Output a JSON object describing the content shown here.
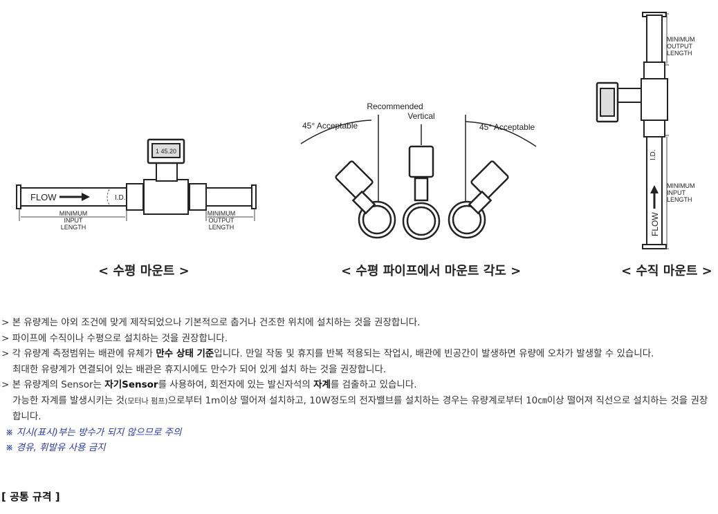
{
  "figures": {
    "horizontal": {
      "flow_label": "FLOW",
      "id_label": "I.D.",
      "input_length": [
        "MINIMUM",
        "INPUT",
        "LENGTH"
      ],
      "output_length": [
        "MINIMUM",
        "OUTPUT",
        "LENGTH"
      ],
      "display": "1 45.20",
      "caption": "< 수평 마운트 >"
    },
    "angle": {
      "left_label": "45°  Acceptable",
      "right_label": "45°  Acceptable",
      "center_label": [
        "Recommended",
        "Vertical"
      ],
      "caption": "< 수평 파이프에서 마운트 각도 >"
    },
    "vertical": {
      "output_length": [
        "MINIMUM",
        "OUTPUT",
        "LENGTH"
      ],
      "input_length": [
        "MINIMUM",
        "INPUT",
        "LENGTH"
      ],
      "id_label": "I.D.",
      "flow_label": "FLOW",
      "caption": "< 수직 마운트 >"
    }
  },
  "notes": {
    "n1": "> 본 유량계는 야외 조건에 맞게 제작되었으나 기본적으로 춥거나 건조한 위치에 설치하는 것을 권장합니다.",
    "n2": "> 파이프에 수직이나 수평으로 설치하는 것을 권장합니다.",
    "n3_a": "> 각 유량계 측정범위는 배관에 유체가 ",
    "n3_b": "만수 상태 기준",
    "n3_c": "입니다.  만일 작동 및 휴지를 반복 적용되는 작업시, 배관에 빈공간이 발생하면 유량에 오차가 발생할 수 있습니다.",
    "n4": "최대한 유량계가 연결되어 있는 배관은 휴지시에도 만수가 되어 있게 설치 하는 것을 권장합니다.",
    "n5_a": "> 본 유량계의 Sensor는 ",
    "n5_b": "자기Sensor",
    "n5_c": "를 사용하여, 회전자에 있는 발신자석의 ",
    "n5_d": "자계",
    "n5_e": "를 검출하고 있습니다.",
    "n6_a": "가능한 자계를 발생시키는 것",
    "n6_b": "(모터나 펌프)",
    "n6_c": "으로부터 1m이상 떨어져 설치하고, 10W정도의 전자밸브를 설치하는 경우는 유량계로부터 10㎝이상 떨어져 직선으로 설치하는 것을 권장합니다.",
    "w1": "※ 지시(표시)부는 방수가 되지 않으므로 주의",
    "w2": "※ 경유, 휘발유 사용 금지"
  },
  "section_title": "[ 공통 규격 ]"
}
